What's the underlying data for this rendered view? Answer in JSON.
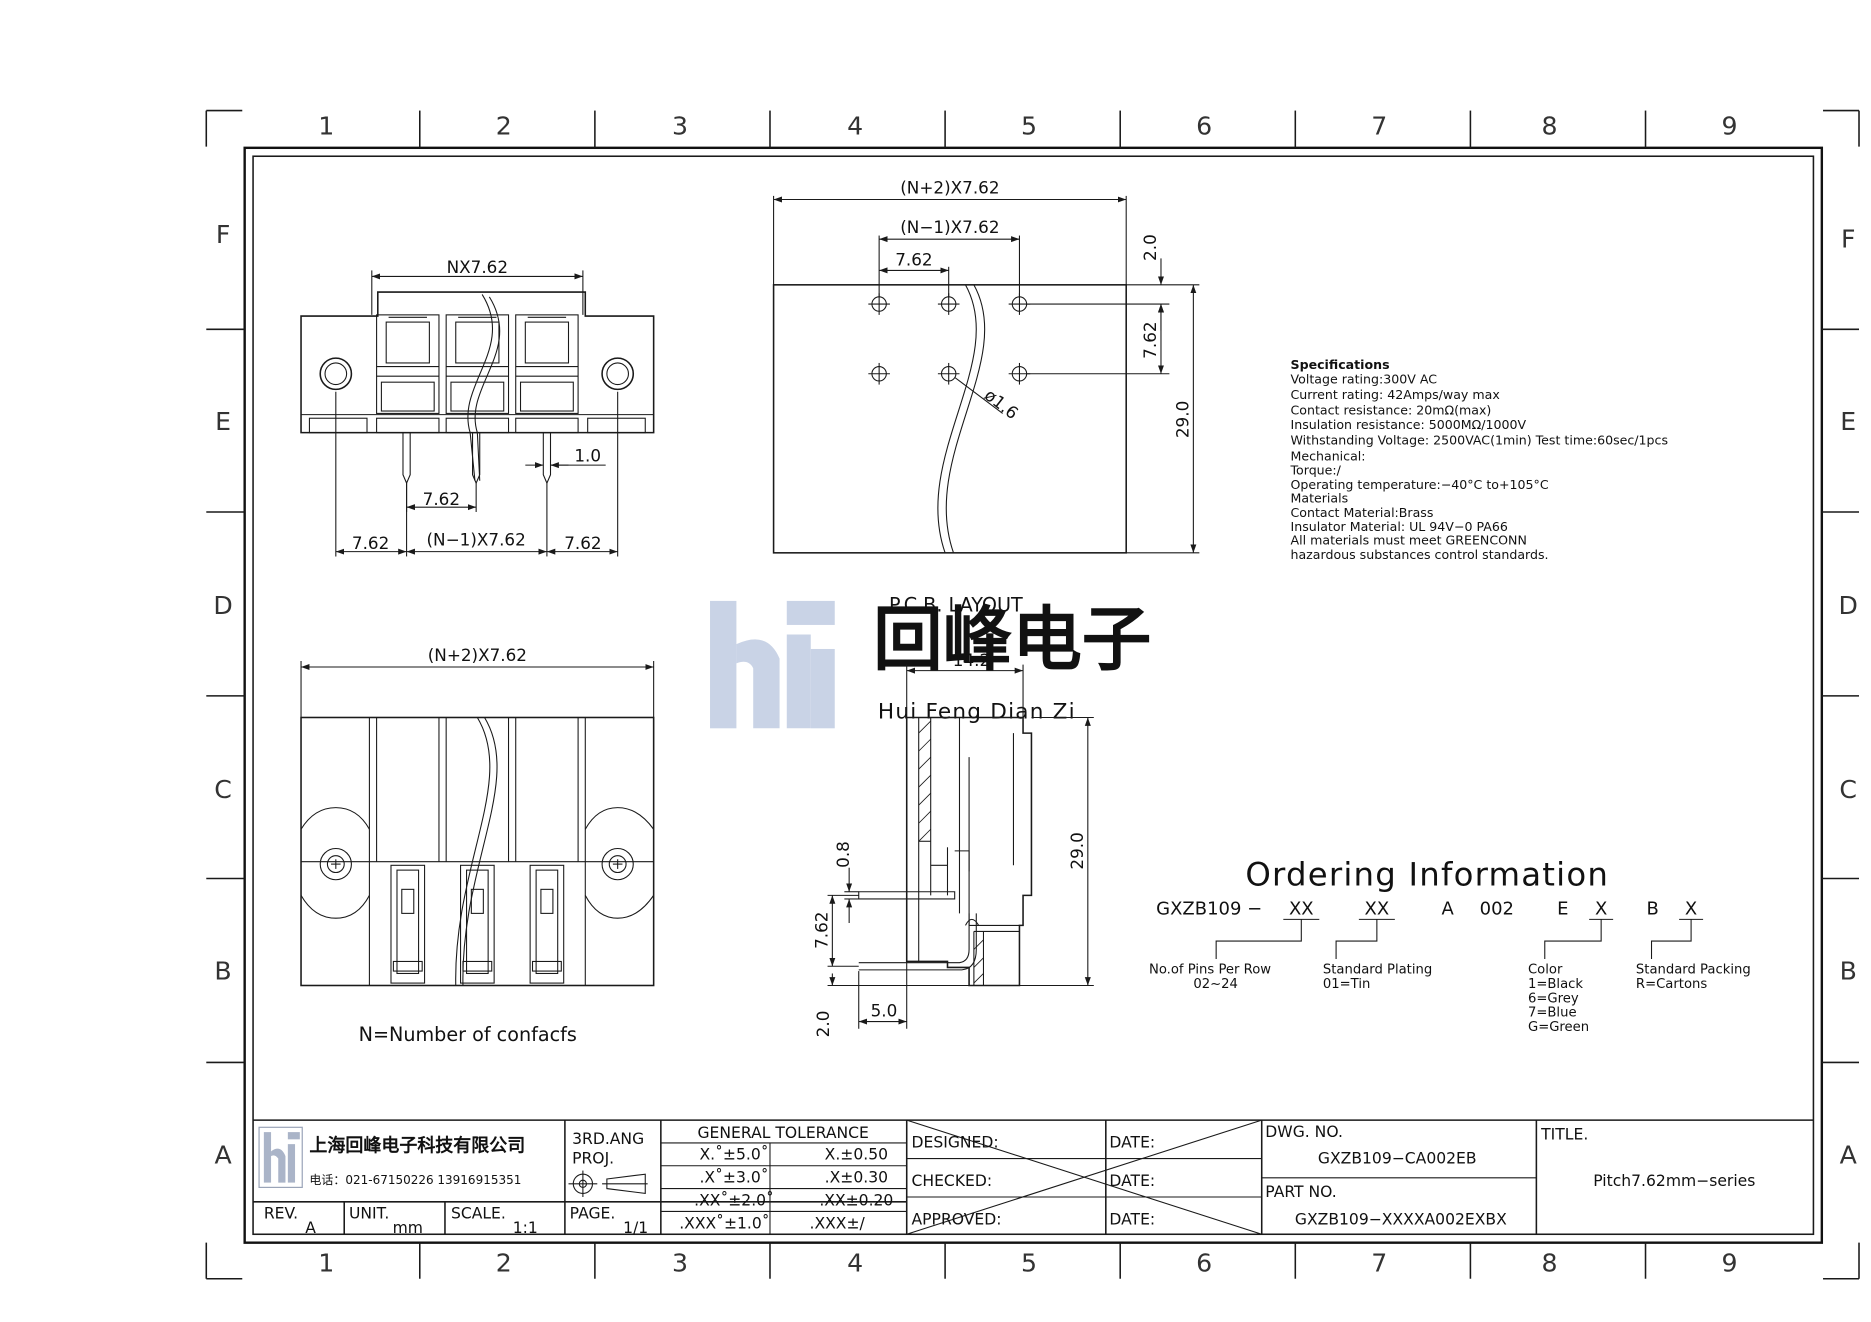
{
  "grid": {
    "columns": [
      "1",
      "2",
      "3",
      "4",
      "5",
      "6",
      "7",
      "8",
      "9"
    ],
    "rows": [
      "F",
      "E",
      "D",
      "C",
      "B",
      "A"
    ]
  },
  "front_view": {
    "top_dim": "NX7.62",
    "pitch_dim": "7.62",
    "pin_dia_dim": "1.0",
    "left_dim": "7.62",
    "mid_dim": "(N−1)X7.62",
    "right_dim": "7.62"
  },
  "pcb_layout": {
    "overall_dim": "(N+2)X7.62",
    "span_dim": "(N−1)X7.62",
    "pitch_dim": "7.62",
    "offset_dim": "2.0",
    "row_dim": "7.62",
    "height_dim": "29.0",
    "hole_dim": "ø1.6",
    "caption": "P.C.B. LAYOUT"
  },
  "top_view": {
    "width_dim": "(N+2)X7.62",
    "caption": "N=Number of confacfs"
  },
  "side_view": {
    "width_dim": "14.2",
    "height_dim": "29.0",
    "pin_dim": "0.8",
    "row_dim": "7.62",
    "bottom_dim": "2.0",
    "depth_dim": "5.0"
  },
  "specifications": [
    "Specifications",
    "Voltage rating:300V AC",
    "Current rating: 42Amps/way max",
    "Contact resistance: 20mΩ(max)",
    "Insulation resistance: 5000MΩ/1000V",
    "Withstanding Voltage: 2500VAC(1min) Test time:60sec/1pcs",
    "Mechanical:",
    "Torque:/",
    "Operating temperature:−40°C to+105°C",
    "Materials",
    "Contact Material:Brass",
    "Insulator Material: UL 94V−0 PA66",
    "All materials must meet GREENCONN",
    "hazardous substances control standards."
  ],
  "ordering": {
    "title": "Ordering Information",
    "code": {
      "prefix": "GXZB109 −",
      "pins": "XX",
      "plating": "XX",
      "letter_a": "A",
      "num": "002",
      "letter_e": "E",
      "color": "X",
      "letter_b": "B",
      "packing": "X"
    },
    "pins_title": "No.of Pins Per Row",
    "pins_range": "02~24",
    "plating_title": "Standard Plating",
    "plating_value": "01=Tin",
    "color_title": "Color",
    "color_options": [
      "1=Black",
      "6=Grey",
      "7=Blue",
      "G=Green"
    ],
    "packing_title": "Standard Packing",
    "packing_value": "R=Cartons"
  },
  "watermark": {
    "chinese": "回峰电子",
    "pinyin": "Hui Feng Dian Zi"
  },
  "title_block": {
    "company_cn": "上海回峰电子科技有限公司",
    "company_phone": "电话：021-67150226  13916915351",
    "projection_label": "3RD.ANG",
    "projection_label2": "PROJ.",
    "tolerance_title": "GENERAL TOLERANCE",
    "tolerances": [
      [
        "X.˚±5.0˚",
        "X.±0.50"
      ],
      [
        ".X˚±3.0˚",
        ".X±0.30"
      ],
      [
        ".XX˚±2.0˚",
        ".XX±0.20"
      ],
      [
        ".XXX˚±1.0˚",
        ".XXX±/"
      ]
    ],
    "rev_label": "REV.",
    "rev_value": "A",
    "unit_label": "UNIT.",
    "unit_value": "mm",
    "scale_label": "SCALE.",
    "scale_value": "1:1",
    "page_label": "PAGE.",
    "page_value": "1/1",
    "designed": "DESIGNED:",
    "checked": "CHECKED:",
    "approved": "APPROVED:",
    "date": "DATE:",
    "dwg_label": "DWG. NO.",
    "dwg_value": "GXZB109−CA002EB",
    "part_label": "PART NO.",
    "part_value": "GXZB109−XXXXA002EXBX",
    "title_label": "TITLE.",
    "title_value": "Pitch7.62mm−series"
  }
}
